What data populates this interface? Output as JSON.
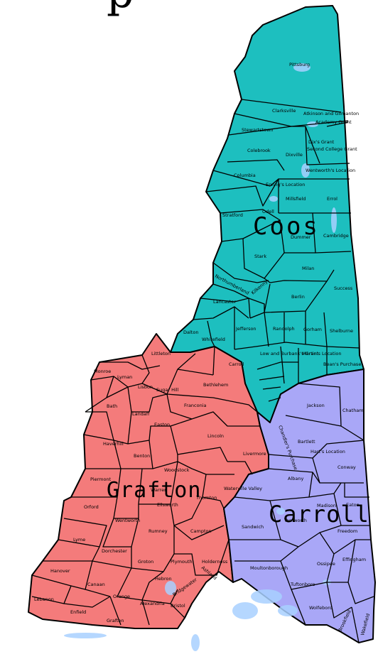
{
  "title_fragment": "p",
  "colors": {
    "coos": "#1dbfbf",
    "grafton": "#f47b7b",
    "carroll": "#a9a7f7",
    "water": "#a8d0ff",
    "border": "#000000"
  },
  "counties": {
    "coos": "Coos",
    "grafton": "Grafton",
    "carroll": "Carroll"
  },
  "towns": {
    "pittsburg": "Pittsburg",
    "clarksville": "Clarksville",
    "atkinson": "Atkinson and Gilmanton",
    "academy_grant": "Academy Grant",
    "stewartstown": "Stewartstown",
    "colebrook": "Colebrook",
    "dixville": "Dixville",
    "dixs_grant": "Dix's Grant",
    "second_college": "Second College Grant",
    "wentworths_location": "Wentworth's Location",
    "columbia": "Columbia",
    "ervings_location": "Erving's Location",
    "millsfield": "Millsfield",
    "errol": "Errol",
    "stratford": "Stratford",
    "odell": "Odell",
    "dummer": "Dummer",
    "cambridge": "Cambridge",
    "stark": "Stark",
    "milan": "Milan",
    "northumberland": "Northumberland",
    "kilkenny": "Kilkenny",
    "success": "Success",
    "berlin": "Berlin",
    "lancaster": "Lancaster",
    "jefferson": "Jefferson",
    "randolph": "Randolph",
    "gorham": "Gorham",
    "shelburne": "Shelburne",
    "dalton": "Dalton",
    "whitefield": "Whitefield",
    "carroll": "Carroll",
    "low_burbank": "Low and Burbank's Grant",
    "martins_location": "Martin's Location",
    "beans_purchase": "Bean's Purchase",
    "littleton": "Littleton",
    "monroe": "Monroe",
    "lyman": "Lyman",
    "lisbon": "Lisbon",
    "sugar_hill": "Sugar Hill",
    "bethlehem": "Bethlehem",
    "bath": "Bath",
    "landaff": "Landaff",
    "franconia": "Franconia",
    "easton": "Easton",
    "haverhill": "Haverhill",
    "benton": "Benton",
    "lincoln": "Lincoln",
    "livermore": "Livermore",
    "piermont": "Piermont",
    "woodstock": "Woodstock",
    "warren": "Warren",
    "ellsworth": "Ellsworth",
    "thornton": "Thornton",
    "waterville_valley": "Waterville Valley",
    "orford": "Orford",
    "wentworth": "Wentworth",
    "rumney": "Rumney",
    "campton": "Campton",
    "lyme": "Lyme",
    "dorchester": "Dorchester",
    "groton": "Groton",
    "plymouth": "Plymouth",
    "holderness": "Holderness",
    "hanover": "Hanover",
    "canaan": "Canaan",
    "hebron": "Hebron",
    "ashland": "Ashland",
    "orange": "Orange",
    "bridgewater": "Bridgewater",
    "alexandria": "Alexandria",
    "bristol": "Bristol",
    "lebanon": "Lebanon",
    "enfield": "Enfield",
    "grafton": "Grafton",
    "jackson": "Jackson",
    "chatham": "Chatham",
    "bartlett": "Bartlett",
    "harts_location": "Hart's Location",
    "conway": "Conway",
    "albany": "Albany",
    "madison": "Madison",
    "eaton": "Eaton",
    "tamworth": "Tamworth",
    "sandwich": "Sandwich",
    "freedom": "Freedom",
    "effingham": "Effingham",
    "ossipee": "Ossipee",
    "moultonborough": "Moultonborough",
    "tuftonboro": "Tuftonboro",
    "wolfeboro": "Wolfeboro",
    "brookfield": "Brookfield",
    "wakefield": "Wakefield",
    "chandlers_purchase": "Chandler's Purchase"
  }
}
